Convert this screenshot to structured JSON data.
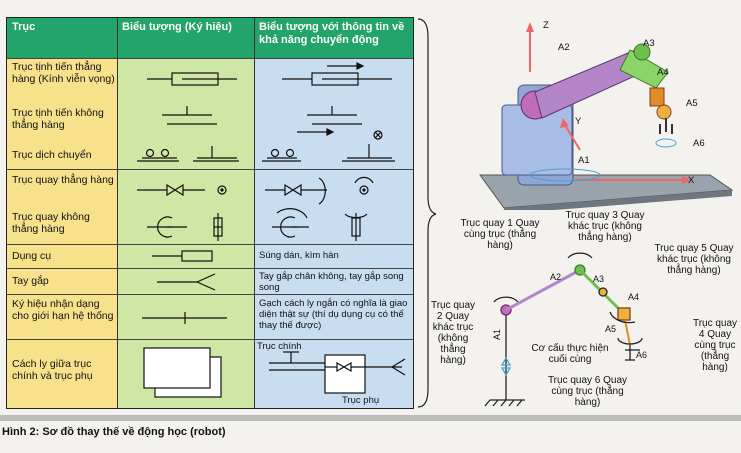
{
  "table": {
    "headers": [
      "Trục",
      "Biểu tượng (Ký hiệu)",
      "Biểu tượng với thông tin về khả năng chuyển động"
    ],
    "rows": [
      {
        "label": "Trục tịnh tiến thẳng hàng (Kính viễn vọng)"
      },
      {
        "label": "Trục tịnh tiến không thẳng hàng"
      },
      {
        "label": "Trục dịch chuyển"
      },
      {
        "label": "Trục quay thẳng hàng"
      },
      {
        "label": "Trục quay không thẳng hàng"
      },
      {
        "label": "Dụng cụ",
        "note": "Súng dán, kìm hàn"
      },
      {
        "label": "Tay gắp",
        "note": "Tay gắp chân không, tay gắp song song"
      },
      {
        "label": "Ký hiệu nhận dạng cho giới hạn hệ thống",
        "note": "Gạch cách ly ngắn có nghĩa là giao diện thật sự (thí dụ dụng cụ có thể thay thế được)"
      },
      {
        "label": "Cách ly giữa trục chính và trục phụ",
        "note_main": "Trục chính",
        "note_aux": "Trục phụ"
      }
    ]
  },
  "robot": {
    "axis_z": "Z",
    "axis_y": "Y",
    "axis_x": "X",
    "joints": [
      "A1",
      "A2",
      "A3",
      "A4",
      "A5",
      "A6"
    ]
  },
  "diagram": {
    "joint1": "Trục quay 1 Quay cùng trục (thẳng hàng)",
    "joint2": "Trục quay 2 Quay khác trục (không thẳng hàng)",
    "joint3": "Trục quay 3 Quay khác trục (không thẳng hàng)",
    "joint4": "Trục quay 4 Quay cùng trục (thẳng hàng)",
    "joint5": "Trục quay 5 Quay khác trục (không thẳng hàng)",
    "joint6": "Trục quay 6 Quay cùng trục (thẳng hàng)",
    "end_effector": "Cơ cấu thực hiện cuối cùng",
    "labels": [
      "A1",
      "A2",
      "A3",
      "A4",
      "A5",
      "A6"
    ]
  },
  "caption": "Hình 2: Sơ đồ thay thế về động học (robot)",
  "colors": {
    "header": "#23a46a",
    "col1": "#f7e28b",
    "col2": "#cfe7a4",
    "col3": "#c9ddf0"
  }
}
